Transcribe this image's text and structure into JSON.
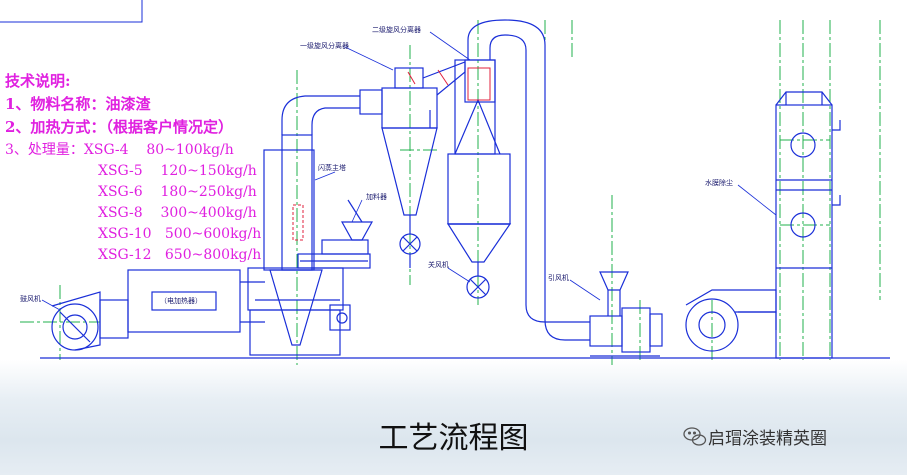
{
  "tech_notes": {
    "heading": "技术说明:",
    "item1": "1、物料名称：油漆渣",
    "item2": "2、加热方式：（根据客户情况定）",
    "item3": "3、处理量：XSG-4    80~100kg/h",
    "models": [
      "XSG-5    120~150kg/h",
      "XSG-6    180~250kg/h",
      "XSG-8    300~400kg/h",
      "XSG-10   500~600kg/h",
      "XSG-12   650~800kg/h"
    ]
  },
  "equipment_labels": {
    "secondary_cyclone": "二级旋风分离器",
    "primary_cyclone": "一级旋风分离器",
    "flash_tower": "闪蒸主塔",
    "feeder": "加料器",
    "air_lock": "关风机",
    "induced_fan": "引风机",
    "water_film": "水膜除尘",
    "blower": "鼓风机",
    "electric_heater": "（电加热器）"
  },
  "caption": "工艺流程图",
  "watermark": {
    "text": "启瑁涂装精英圈",
    "icon": "wechat-icon"
  },
  "colors": {
    "line": "#1a2fd8",
    "centerline": "#22b14c",
    "notes": "#e020e0",
    "highlight": "#e0203c"
  }
}
